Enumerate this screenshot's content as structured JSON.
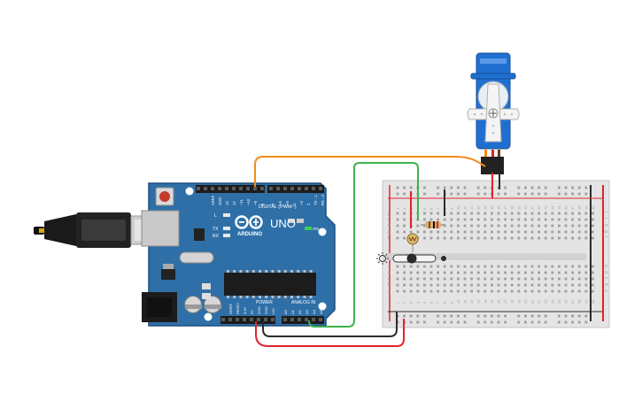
{
  "arduino": {
    "brand": "ARDUINO",
    "model": "UNO",
    "on_label": "ON",
    "digital_label": "DIGITAL (PWM~)",
    "power_label": "POWER",
    "analog_label": "ANALOG IN",
    "aref_label": "AREF",
    "gnd_label": "GND",
    "l_label": "L",
    "tx_label": "TX",
    "rx_label": "RX",
    "digital_pins": [
      "13",
      "12",
      "~11",
      "~10",
      "~9",
      "8",
      "7",
      "~6",
      "~5",
      "4",
      "~3",
      "2",
      "TX→1",
      "RX←0"
    ],
    "power_pins": [
      "IOREF",
      "RESET",
      "3.3V",
      "5V",
      "GND",
      "GND",
      "VIN"
    ],
    "analog_pins": [
      "A0",
      "A1",
      "A2",
      "A3",
      "A4",
      "A5"
    ]
  },
  "breadboard": {
    "column_numbers": [
      "1",
      "2",
      "3",
      "4",
      "5",
      "6",
      "7",
      "8",
      "9",
      "10",
      "11",
      "12",
      "13",
      "14",
      "15",
      "16",
      "17",
      "18",
      "19",
      "20",
      "21",
      "22",
      "23",
      "24",
      "25",
      "26",
      "27",
      "28",
      "29",
      "30"
    ],
    "top_rows": [
      "j",
      "i",
      "h",
      "g",
      "f"
    ],
    "bottom_rows": [
      "e",
      "d",
      "c",
      "b",
      "a"
    ],
    "rail_plus": "+",
    "rail_minus": "-"
  },
  "wires": {
    "orange": "#f28c1c",
    "green": "#3cb44a",
    "red": "#e0242a",
    "black": "#2b2b2b"
  },
  "colors": {
    "board": "#2f6fa7",
    "servo": "#1f6fd1",
    "breadboard": "#e4e4e4"
  },
  "icons": [
    "light-sun-icon",
    "arduino-infinity-logo-icon",
    "usb-plug-icon"
  ]
}
